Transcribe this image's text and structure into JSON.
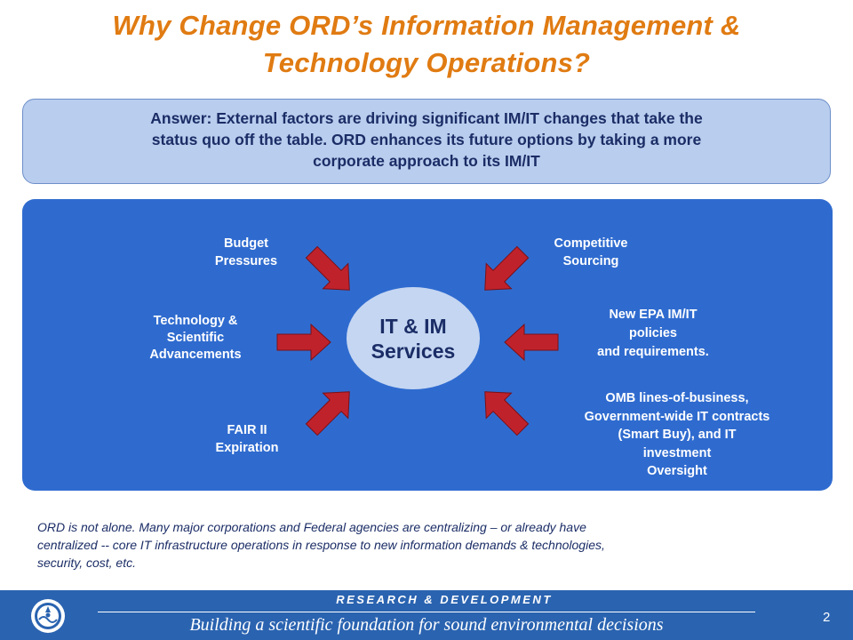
{
  "title": {
    "line1": "Why Change ORD’s Information Management &",
    "line2": "Technology Operations?"
  },
  "answer": {
    "line1": "Answer: External factors are driving significant IM/IT changes that take the",
    "line2": "status quo off the table. ORD enhances its future options by taking a more",
    "line3": "corporate approach to its IM/IT"
  },
  "center": {
    "line1": "IT & IM",
    "line2": "Services"
  },
  "factors": {
    "budget": [
      "Budget",
      "Pressures"
    ],
    "technology": [
      "Technology &",
      "Scientific",
      "Advancements"
    ],
    "fair": [
      "FAIR II",
      "Expiration"
    ],
    "competitive": [
      "Competitive",
      "Sourcing"
    ],
    "epa": [
      "New EPA IM/IT",
      "policies",
      "and requirements."
    ],
    "omb": [
      "OMB lines-of-business,",
      "Government-wide IT contracts",
      "(Smart Buy), and IT",
      "investment",
      "Oversight"
    ]
  },
  "note": {
    "line1": "ORD is not alone.   Many major corporations and Federal agencies are centralizing – or already have",
    "line2": "centralized --  core IT infrastructure operations in response to new information demands & technologies,",
    "line3": "security, cost,  etc."
  },
  "footer": {
    "heading": "RESEARCH & DEVELOPMENT",
    "tagline": "Building a scientific foundation for sound environmental decisions",
    "page_number": "2",
    "logo": "epa-seal-icon"
  },
  "colors": {
    "title": "#e07b12",
    "panel": "#2f6bcf",
    "arrow": "#c0222c",
    "answer_box": "#b9cdee",
    "footer": "#2a63b0"
  }
}
